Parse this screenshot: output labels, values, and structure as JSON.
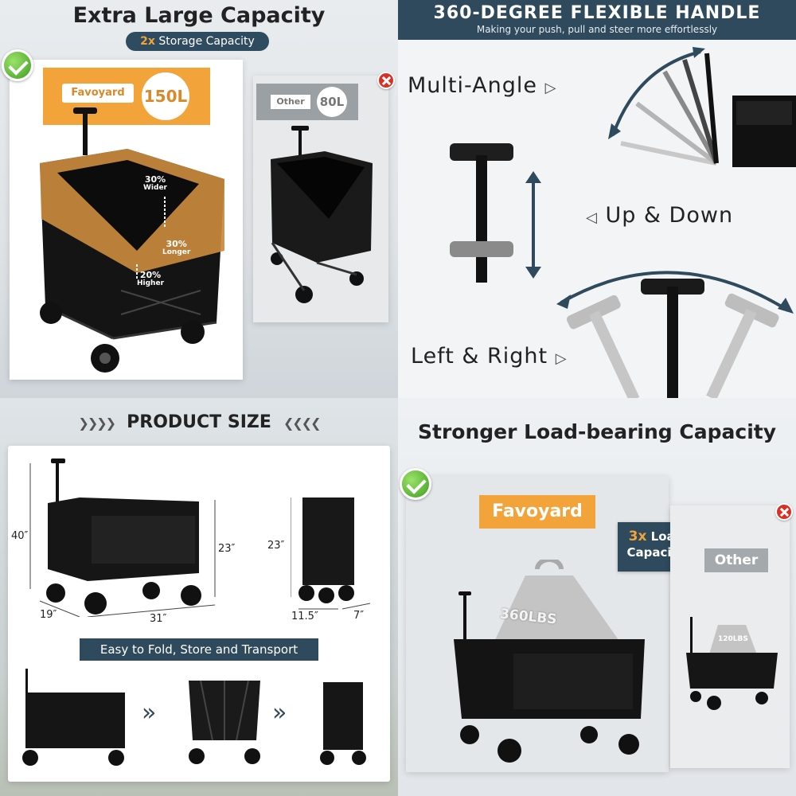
{
  "panel1": {
    "title": "Extra Large Capacity",
    "badge_accent": "2x",
    "badge_text": "Storage Capacity",
    "brand": "Favoyard",
    "brand_volume": "150L",
    "other": "Other",
    "other_volume": "80L",
    "wider": "30%",
    "wider_label": "Wider",
    "longer": "30%",
    "longer_label": "Longer",
    "higher": "20%",
    "higher_label": "Higher",
    "accent_color": "#f2a33a",
    "badge_color": "#2f4b5f"
  },
  "panel2": {
    "title": "360-DEGREE FLEXIBLE HANDLE",
    "subtitle": "Making your push, pull and steer more effortlessly",
    "multi_angle": "Multi-Angle",
    "up_down": "Up & Down",
    "left_right": "Left & Right",
    "banner_color": "#2e4a5c"
  },
  "panel3": {
    "title": "PRODUCT SIZE",
    "height_total": "40″",
    "height_body": "23″",
    "width": "19″",
    "length": "31″",
    "folded_height": "23″",
    "folded_depth": "11.5″",
    "folded_width": "7″",
    "fold_banner": "Easy to Fold, Store and Transport"
  },
  "panel4": {
    "title": "Stronger Load-bearing Capacity",
    "brand": "Favoyard",
    "load_accent": "3x",
    "load_text_1": "Load",
    "load_text_2": "Capacity",
    "weight": "360LBS",
    "other": "Other",
    "other_weight": "120LBS"
  }
}
